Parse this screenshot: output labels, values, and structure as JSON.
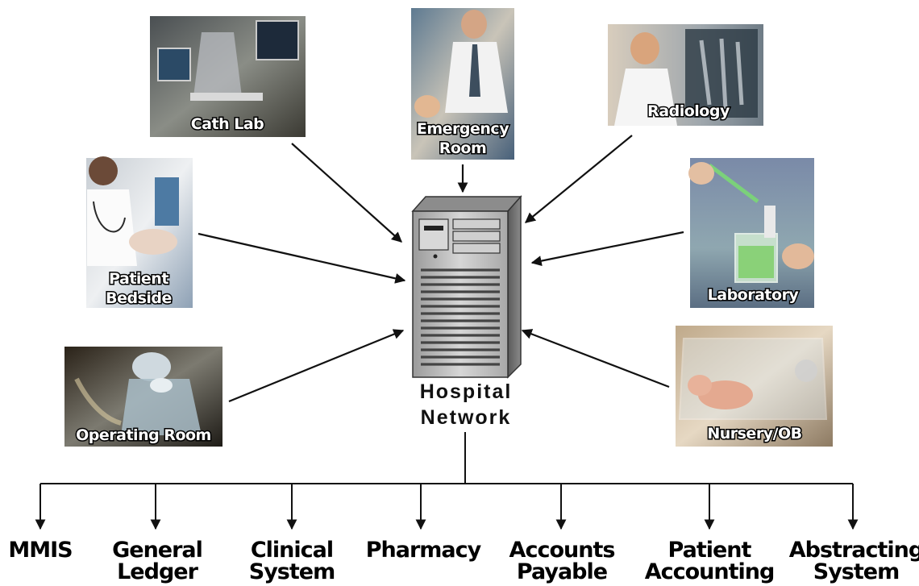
{
  "hub": {
    "title_line1": "Hospital",
    "title_line2": "Network",
    "icon": "server-tower-icon"
  },
  "departments": {
    "cath_lab": {
      "label_line1": "Cath Lab"
    },
    "emergency_room": {
      "label_line1": "Emergency",
      "label_line2": "Room"
    },
    "radiology": {
      "label_line1": "Radiology"
    },
    "patient_bedside": {
      "label_line1": "Patient",
      "label_line2": "Bedside"
    },
    "laboratory": {
      "label_line1": "Laboratory"
    },
    "operating_room": {
      "label_line1": "Operating Room"
    },
    "nursery_ob": {
      "label_line1": "Nursery/OB"
    }
  },
  "systems": {
    "mmis": {
      "line1": "MMIS"
    },
    "general_ledger": {
      "line1": "General",
      "line2": "Ledger"
    },
    "clinical_system": {
      "line1": "Clinical",
      "line2": "System"
    },
    "pharmacy": {
      "line1": "Pharmacy"
    },
    "accounts_payable": {
      "line1": "Accounts",
      "line2": "Payable"
    },
    "patient_accounting": {
      "line1": "Patient",
      "line2": "Accounting"
    },
    "abstracting_system": {
      "line1": "Abstracting",
      "line2": "System"
    }
  },
  "colors": {
    "arrow": "#111111",
    "server_body": "#b8b8b8",
    "server_dark": "#6e6e6e",
    "label_text": "#ffffff"
  }
}
